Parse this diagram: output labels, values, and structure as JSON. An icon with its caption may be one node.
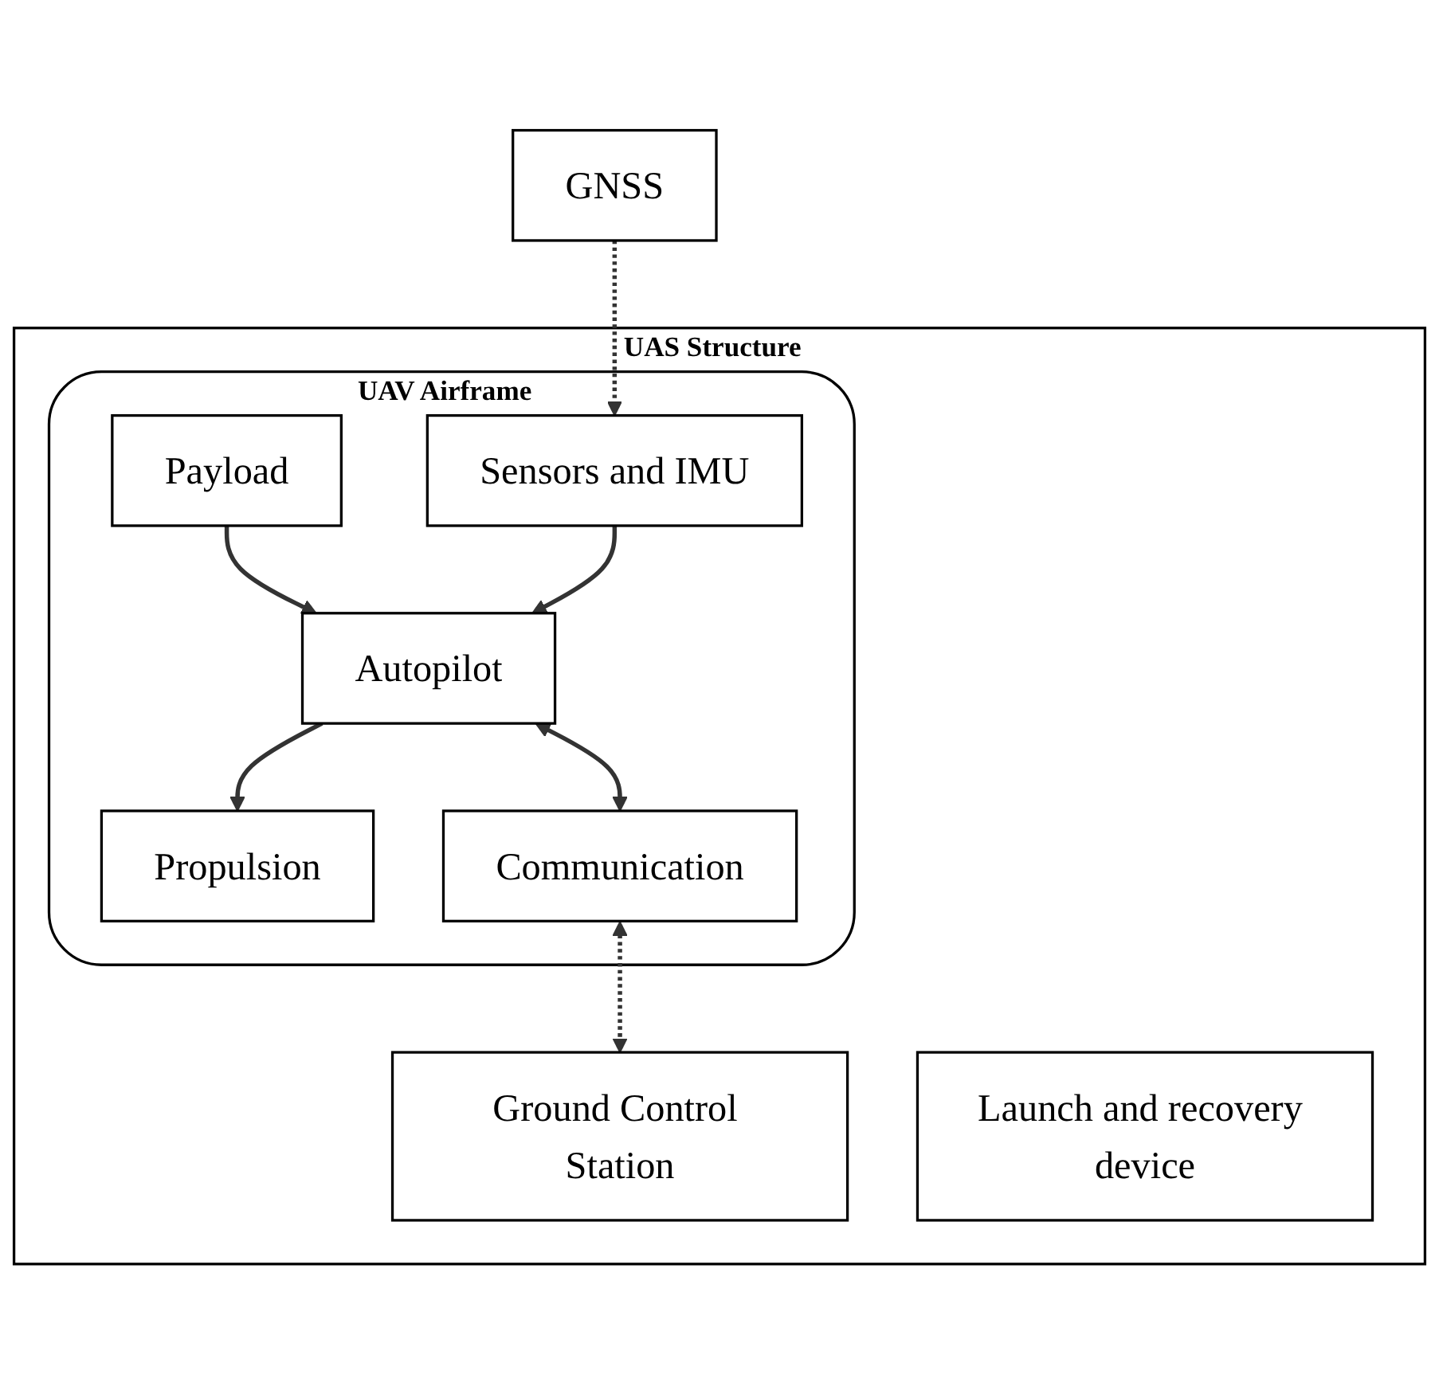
{
  "diagram": {
    "nodes": [
      {
        "text": [
          "GNSS"
        ]
      },
      {
        "text": [
          "UAS Structure"
        ]
      },
      {
        "text": [
          "UAV Airframe"
        ],
        "in": 1
      },
      {
        "text": [
          "Propulsion"
        ],
        "in": 2
      },
      {
        "text": [
          "Payload"
        ],
        "in": 2
      },
      {
        "text": [
          "Autopilot"
        ],
        "in": 2
      },
      {
        "text": [
          "Sensors and IMU"
        ],
        "in": 2
      },
      {
        "text": [
          "Communication"
        ],
        "in": 2
      },
      {
        "text": [
          "Ground Control Station"
        ],
        "in": 1
      },
      {
        "text": [
          "Launch and recovery device"
        ],
        "in": 1
      }
    ],
    "edges": [
      {
        "from": 0,
        "to": 6,
        "arrow": "to",
        "style": "dashed"
      },
      {
        "from": 5,
        "to": 3,
        "arrow": "to"
      },
      {
        "from": 4,
        "to": 5,
        "arrow": "to"
      },
      {
        "from": 6,
        "to": 5,
        "arrow": "to"
      },
      {
        "from": 5,
        "to": 7,
        "arrow": "both"
      },
      {
        "from": 7,
        "to": 8,
        "arrow": "both",
        "style": "dashed"
      }
    ]
  }
}
